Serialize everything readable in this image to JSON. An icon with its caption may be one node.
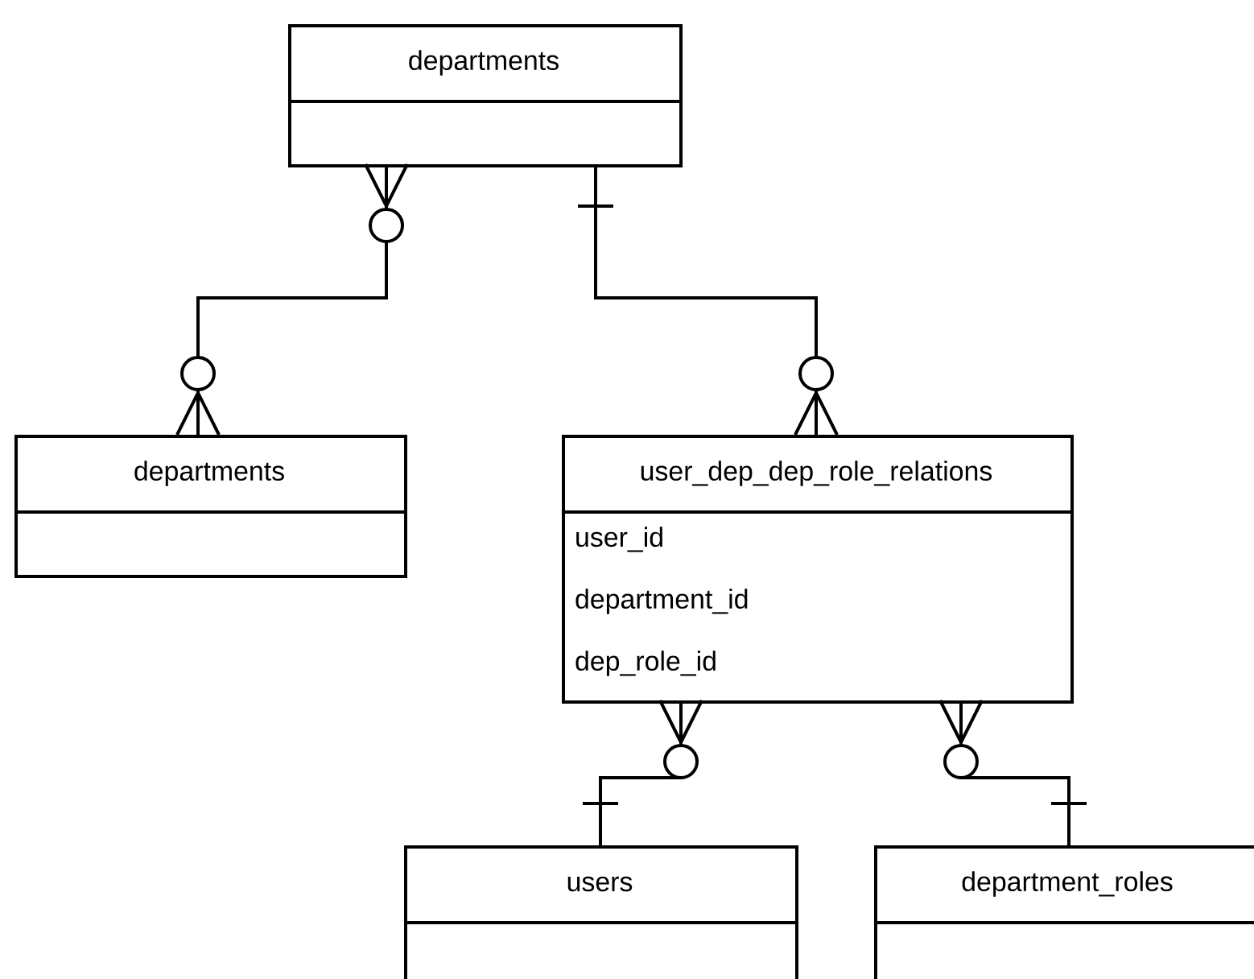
{
  "diagram": {
    "nodes": [
      {
        "text": [
          "departments"
        ]
      },
      {
        "text": [
          "departments"
        ]
      },
      {
        "text": [
          "user_dep_dep_role_relations",
          "user_id",
          "department_id",
          "dep_role_id"
        ]
      },
      {
        "text": [
          "users"
        ]
      },
      {
        "text": [
          "department_roles"
        ]
      }
    ],
    "edges": [
      {
        "from": 0,
        "to": 1,
        "arrow": "other"
      },
      {
        "from": 0,
        "to": 2,
        "arrow": "other"
      },
      {
        "from": 2,
        "to": 3,
        "arrow": "other"
      },
      {
        "from": 2,
        "to": 4,
        "arrow": "other"
      }
    ]
  }
}
